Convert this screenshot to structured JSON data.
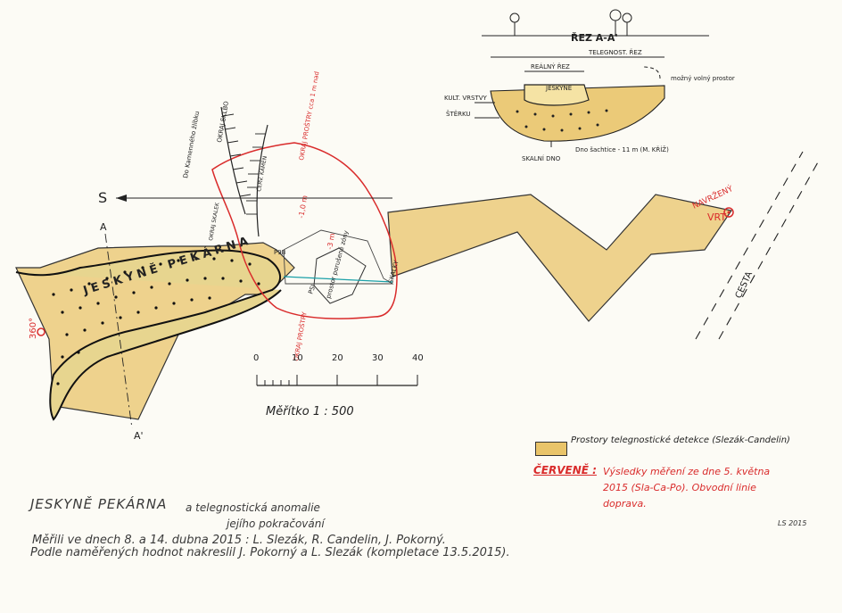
{
  "title": {
    "main": "JESKYNĚ PEKÁRNA",
    "sub1": "a telegnostická anomalie",
    "sub2": "jejího pokračování"
  },
  "credits": {
    "line1": "Měřili ve dnech 8. a 14. dubna 2015 : L. Slezák, R. Candelin, J. Pokorný.",
    "line2": "Podle naměřených hodnot nakreslil J. Pokorný a L. Slezák (kompletace 13.5.2015)."
  },
  "legend": {
    "fill_label": "Prostory telegnostické detekce (Slezák-Candelin)",
    "red_label": "ČERVENĚ :",
    "red_note_1": "Výsledky měření ze dne 5. května",
    "red_note_2": "2015 (Sla-Ca-Po). Obvodní linie",
    "red_note_3": "doprava."
  },
  "signature": "LS 2015",
  "scale": {
    "label": "Měřítko 1 : 500",
    "ticks": [
      "0",
      "10",
      "20",
      "30",
      "40"
    ]
  },
  "map_labels": {
    "cave_name": "JESKYNĚ PEKÁRNA",
    "azimuth": "360°",
    "north_letter": "S",
    "section_a": "A",
    "section_a2": "A'",
    "to_kamenny": "Do Kamenného žlíbku",
    "edge_structure": "OKRAJ SKLBO",
    "okraj_skaly": "OKRAJ SKALEK",
    "cerveny_kamen": "ČERV. KÁMEN",
    "depth_1": "-1,0 m",
    "depth_2": "-3 m",
    "okraj_red": "OKRAJ PROŠTRY cca 1 m nad",
    "okraj_red2": "OKRAJ PROŠTRY",
    "psi": "PSI",
    "psi_ox": "P9B",
    "zony": "prostor porušené zóny",
    "skalky": "SKALKY",
    "cesta": "CESTA",
    "navrzeny": "NAVRŽENÝ",
    "vrt": "VRT"
  },
  "section": {
    "title": "ŘEZ A-A'",
    "telegnost": "TELEGNOST. ŘEZ",
    "realny": "REÁLNÝ ŘEZ",
    "jeskyne": "JESKYNĚ",
    "mozny": "možný volný prostor",
    "kult": "KULT. VRSTVY",
    "sterku": "ŠTĚRKU",
    "dno": "Dno šachtice - 11 m (M. KŘÍŽ)",
    "skalni": "SKALNÍ DNO"
  },
  "colors": {
    "detection_fill": "#e9c46a",
    "red_ink": "#d92b2b",
    "ink": "#222222"
  }
}
